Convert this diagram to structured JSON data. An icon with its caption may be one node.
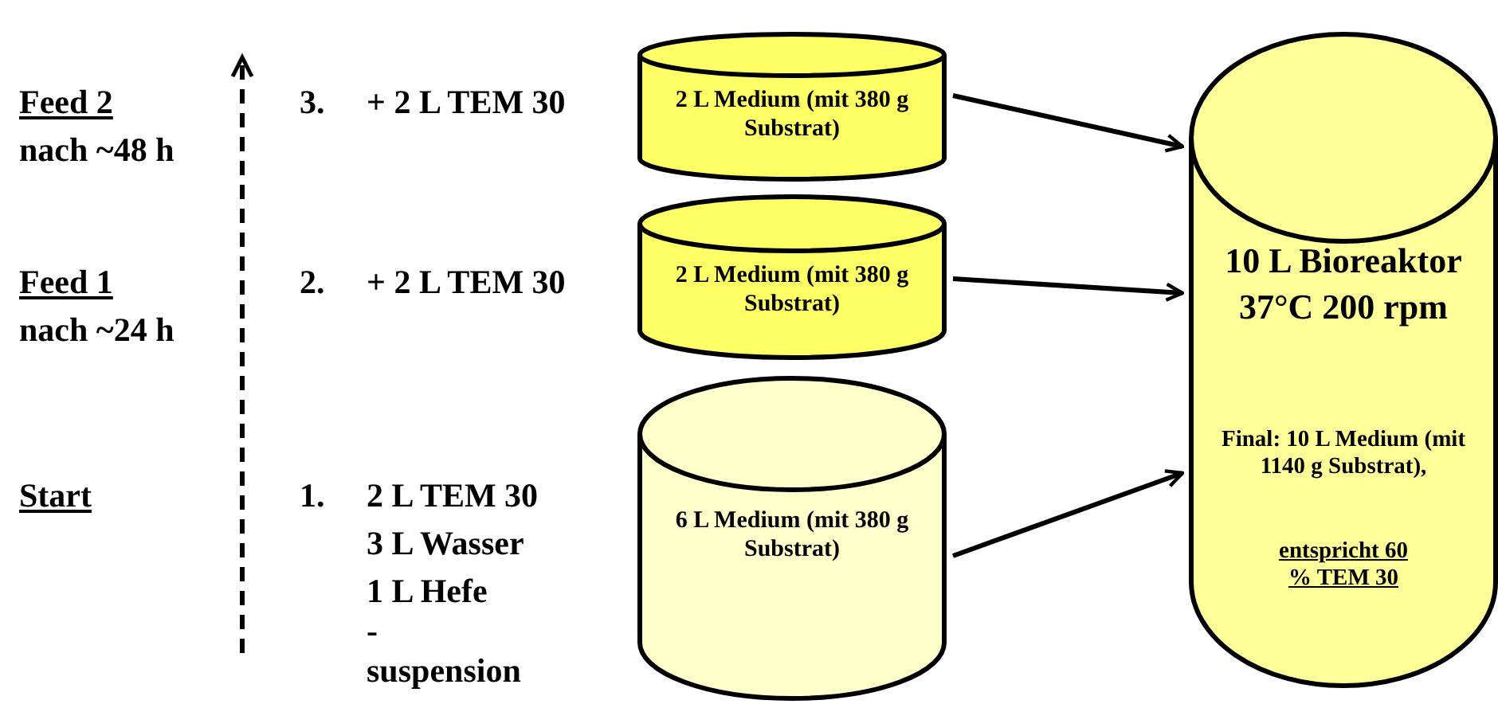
{
  "diagram": {
    "nodes": [
      {
        "text": [
          "2 L Medium (mit 380 g Substrat)"
        ]
      },
      {
        "text": [
          "2 L Medium (mit 380 g Substrat)"
        ]
      },
      {
        "text": [
          "6 L Medium (mit 380 g Substrat)"
        ]
      },
      {
        "text": [
          "10 L Bioreaktor 37°C 200 rpm",
          "Final: 10 L Medium (mit 1140 g Substrat),",
          "entspricht 60 % TEM 30"
        ]
      }
    ],
    "edges": [
      {
        "from": 0,
        "to": 3,
        "arrow": "to"
      },
      {
        "from": 1,
        "to": 3,
        "arrow": "to"
      },
      {
        "from": 2,
        "to": 3,
        "arrow": "to"
      }
    ],
    "labels": [
      "Feed 2",
      "nach ~48 h",
      "3.",
      "+ 2 L TEM 30",
      "Feed 1",
      "nach ~24 h",
      "2.",
      "+ 2 L TEM 30",
      "Start",
      "1.",
      "2 L TEM 30",
      "3 L Wasser",
      "1 L Hefe -suspension"
    ]
  }
}
